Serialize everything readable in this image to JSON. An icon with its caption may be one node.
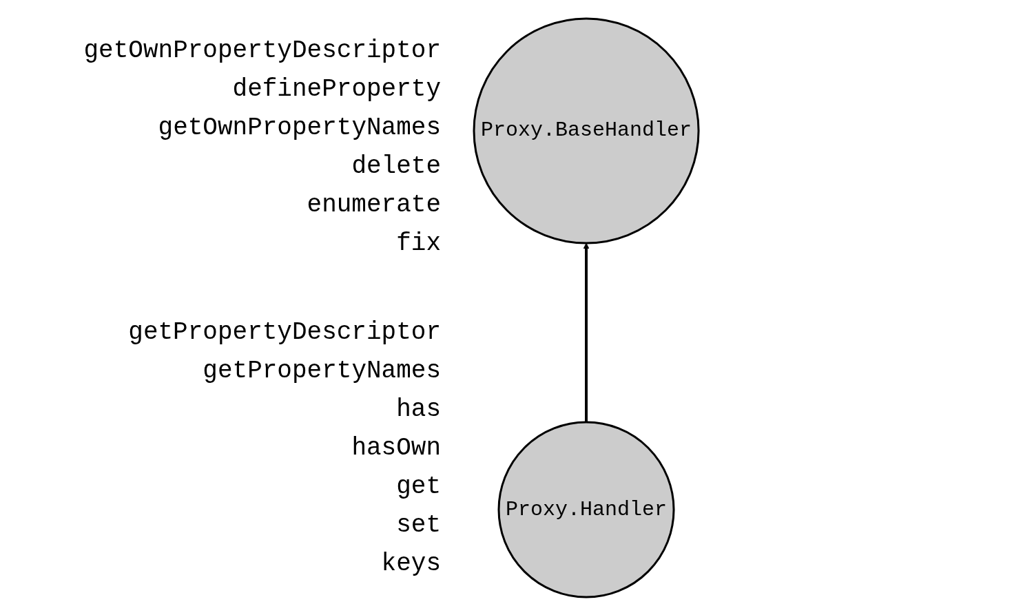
{
  "diagram": {
    "nodes": [
      {
        "text": [
          "Proxy.BaseHandler"
        ],
        "beside": [
          "getOwnPropertyDescriptor",
          "defineProperty",
          "getOwnPropertyNames",
          "delete",
          "enumerate",
          "fix"
        ]
      },
      {
        "text": [
          "Proxy.Handler"
        ],
        "beside": [
          "getPropertyDescriptor",
          "getPropertyNames",
          "has",
          "hasOwn",
          "get",
          "set",
          "keys"
        ]
      }
    ],
    "edges": [
      {
        "from": 1,
        "to": 0,
        "arrow": "to"
      }
    ]
  }
}
